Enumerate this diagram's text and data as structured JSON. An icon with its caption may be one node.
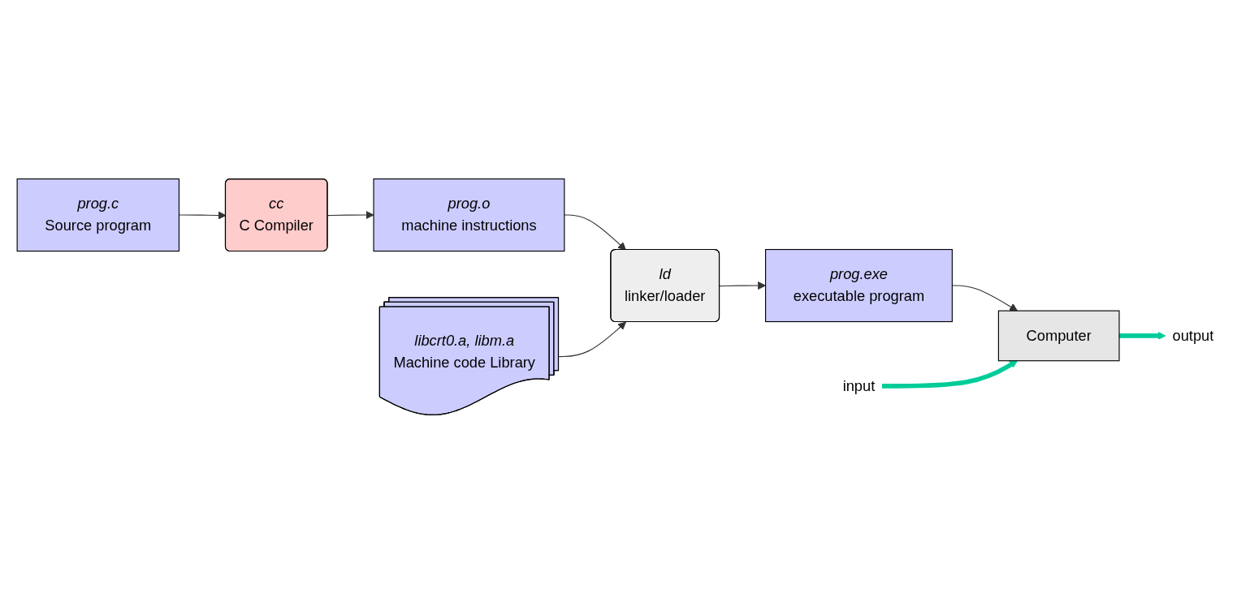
{
  "diagram": {
    "nodes": [
      {
        "text": [
          "prog.c",
          "Source program"
        ]
      },
      {
        "text": [
          "cc",
          "C Compiler"
        ]
      },
      {
        "text": [
          "prog.o",
          "machine instructions"
        ]
      },
      {
        "text": [
          "libcrt0.a, libm.a",
          "Machine code Library"
        ]
      },
      {
        "text": [
          "ld",
          "linker/loader"
        ]
      },
      {
        "text": [
          "prog.exe",
          "executable program"
        ]
      },
      {
        "text": [
          "input"
        ]
      },
      {
        "text": [
          "Computer"
        ]
      },
      {
        "text": [
          "output"
        ]
      }
    ],
    "edges": [
      {
        "from": 0,
        "to": 1,
        "arrow": "to"
      },
      {
        "from": 1,
        "to": 2,
        "arrow": "to"
      },
      {
        "from": 2,
        "to": 4,
        "arrow": "to"
      },
      {
        "from": 3,
        "to": 4,
        "arrow": "to"
      },
      {
        "from": 4,
        "to": 5,
        "arrow": "to"
      },
      {
        "from": 5,
        "to": 7,
        "arrow": "to"
      },
      {
        "from": 6,
        "to": 7,
        "arrow": "to",
        "style": "thick",
        "color": "#00cc99"
      },
      {
        "from": 7,
        "to": 8,
        "arrow": "to",
        "style": "thick",
        "color": "#00cc99"
      }
    ]
  }
}
